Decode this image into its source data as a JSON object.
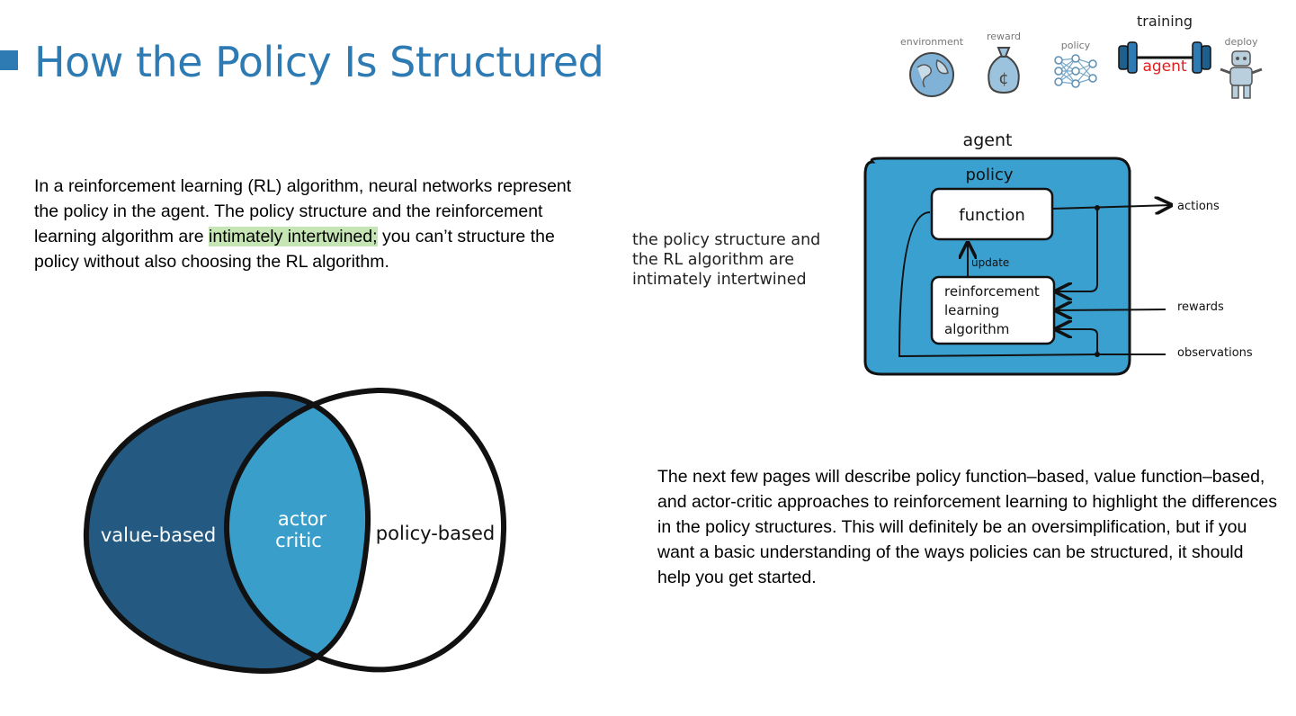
{
  "header": {
    "title": "How the Policy Is Structured"
  },
  "intro": {
    "text_before": "In a reinforcement learning (RL) algorithm, neural networks represent the policy in the agent. The policy structure and the reinforcement learning algorithm are ",
    "highlight": "intimately intertwined;",
    "text_after": " you can’t structure the policy without also choosing the RL algorithm."
  },
  "workflow": {
    "steps": [
      "environment",
      "reward",
      "policy",
      "training",
      "deploy"
    ],
    "training_badge": "agent",
    "icons": [
      "globe-icon",
      "money-bag-icon",
      "neural-network-icon",
      "barbell-icon",
      "robot-icon"
    ]
  },
  "agent_diagram": {
    "title": "agent",
    "policy_label": "policy",
    "function_label": "function",
    "update_label": "update",
    "rl_lines": [
      "reinforcement",
      "learning",
      "algorithm"
    ],
    "outputs": {
      "actions": "actions",
      "rewards": "rewards",
      "observations": "observations"
    },
    "side_note_lines": [
      "the policy structure and",
      "the RL algorithm are",
      "intimately intertwined"
    ],
    "colors": {
      "box_fill": "#3aa0d0",
      "outline": "#111111"
    }
  },
  "venn": {
    "left_label": "value-based",
    "middle_line1": "actor",
    "middle_line2": "critic",
    "right_label": "policy-based",
    "colors": {
      "left": "#245a82",
      "middle": "#3a9ecb",
      "right": "#ffffff",
      "outline": "#111111"
    }
  },
  "closing": {
    "text": "The next few pages will describe policy function–based, value function–based, and actor-critic approaches to reinforcement learning to highlight the differences in the policy structures. This will definitely be an oversimplification, but if you want a basic understanding of the ways policies can be structured, it should help you get started."
  }
}
